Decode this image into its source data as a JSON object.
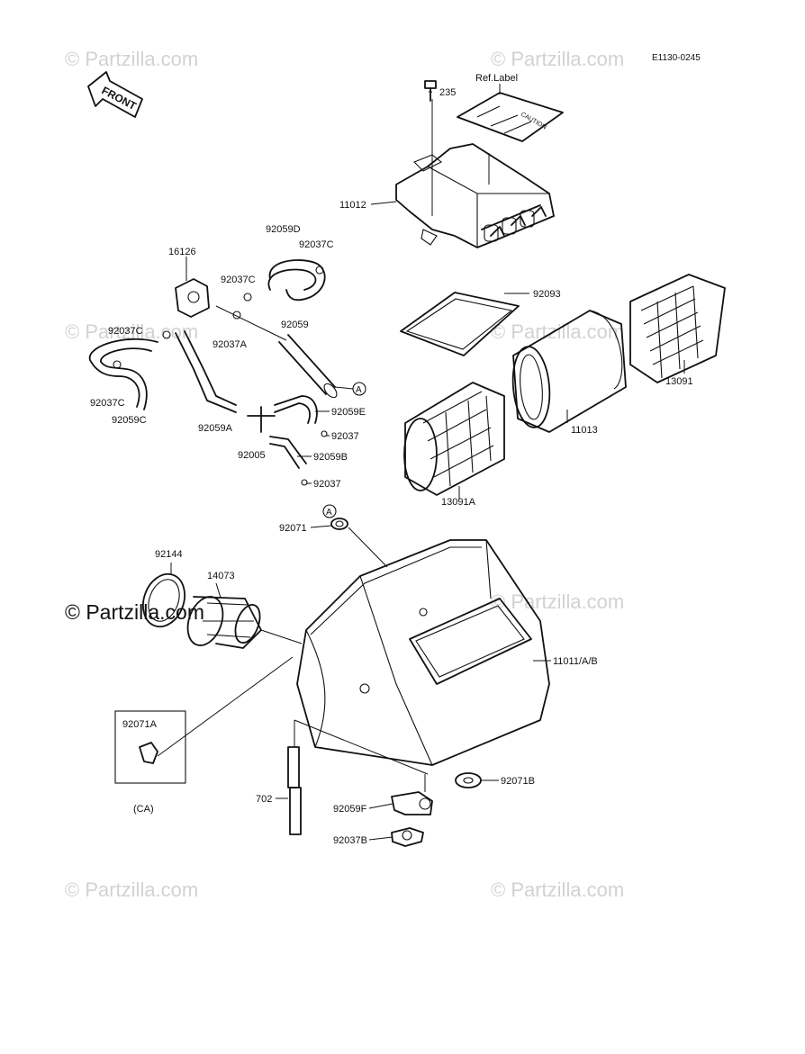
{
  "diagram": {
    "code": "E1130-0245",
    "front_label": "FRONT",
    "ref_label": "Ref.Label",
    "caution_text": "CAUTION",
    "marker_letter": "A",
    "variant_code": "(CA)"
  },
  "watermark": {
    "text": "© Partzilla.com"
  },
  "parts": [
    {
      "id": "235",
      "label": "235"
    },
    {
      "id": "11012",
      "label": "11012"
    },
    {
      "id": "16126",
      "label": "16126"
    },
    {
      "id": "92059D",
      "label": "92059D"
    },
    {
      "id": "92037C_a",
      "label": "92037C"
    },
    {
      "id": "92037C_b",
      "label": "92037C"
    },
    {
      "id": "92037C_c",
      "label": "92037C"
    },
    {
      "id": "92037C_d",
      "label": "92037C"
    },
    {
      "id": "92037A",
      "label": "92037A"
    },
    {
      "id": "92059",
      "label": "92059"
    },
    {
      "id": "92093",
      "label": "92093"
    },
    {
      "id": "13091",
      "label": "13091"
    },
    {
      "id": "92059C",
      "label": "92059C"
    },
    {
      "id": "92059A",
      "label": "92059A"
    },
    {
      "id": "92059E",
      "label": "92059E"
    },
    {
      "id": "92037_a",
      "label": "92037"
    },
    {
      "id": "92005",
      "label": "92005"
    },
    {
      "id": "92059B",
      "label": "92059B"
    },
    {
      "id": "92037_b",
      "label": "92037"
    },
    {
      "id": "11013",
      "label": "11013"
    },
    {
      "id": "13091A",
      "label": "13091A"
    },
    {
      "id": "92071",
      "label": "92071"
    },
    {
      "id": "92144",
      "label": "92144"
    },
    {
      "id": "14073",
      "label": "14073"
    },
    {
      "id": "11011AB",
      "label": "11011/A/B"
    },
    {
      "id": "92071A",
      "label": "92071A"
    },
    {
      "id": "702",
      "label": "702"
    },
    {
      "id": "92059F",
      "label": "92059F"
    },
    {
      "id": "92071B",
      "label": "92071B"
    },
    {
      "id": "92037B",
      "label": "92037B"
    }
  ]
}
